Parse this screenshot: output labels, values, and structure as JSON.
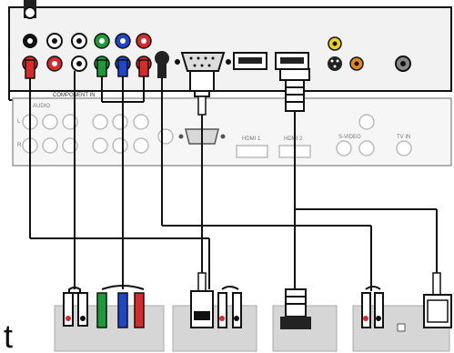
{
  "back_panel": {
    "rca_colors_top": [
      "#111111",
      "#ffffff",
      "#ffffff",
      "#1f9a3a",
      "#1f46c8",
      "#d92a2a"
    ],
    "rca_colors_bottom": [
      "#d92a2a",
      "#d92a2a",
      "#ffffff",
      "#1f9a3a",
      "#1f46c8",
      "#d92a2a"
    ],
    "svideo_colors": [
      "#e8d21c",
      "#222222",
      "#e08a1e"
    ]
  },
  "front_panel": {
    "labels": {
      "component": "COMPONENT IN",
      "audio": "AUDIO",
      "l": "L",
      "r": "R",
      "hdmi1": "HDMI 1",
      "hdmi2": "HDMI 2",
      "svideo": "S-VIDEO",
      "tvin": "TV IN"
    }
  },
  "corner_letter": "t",
  "colors": {
    "stroke": "#111111",
    "panel_fill": "#efefef",
    "device_box": "#d6d6d6",
    "red": "#d92a2a",
    "green": "#1f9a3a",
    "blue": "#1f46c8"
  }
}
